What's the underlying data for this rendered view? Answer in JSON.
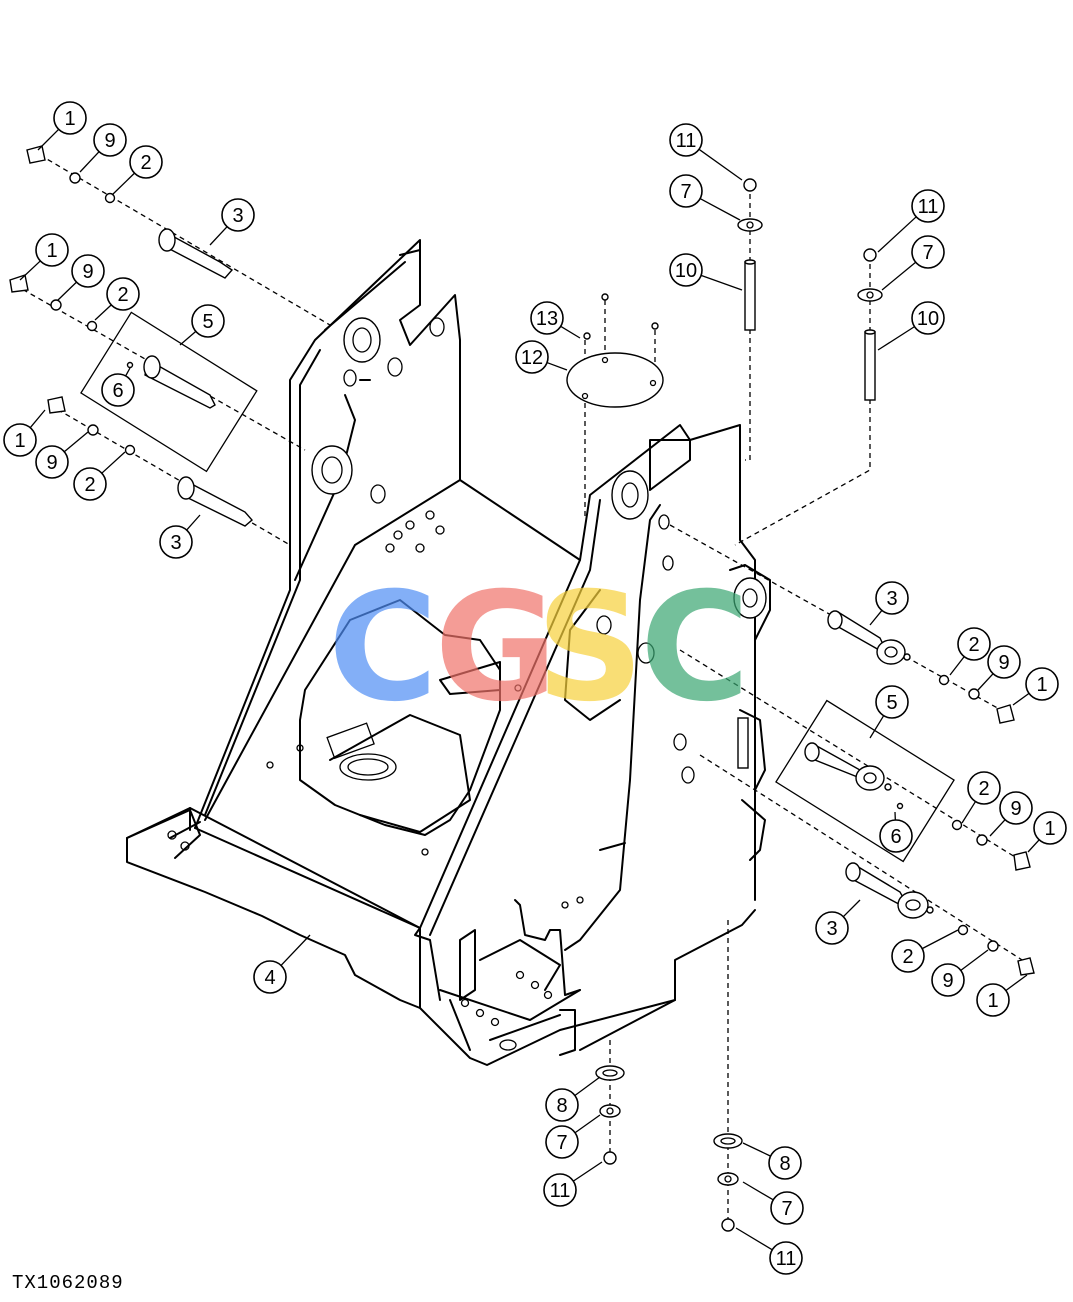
{
  "figure_id": "TX1062089",
  "watermark": {
    "letters": [
      {
        "char": "C",
        "color": "#4f8ef5"
      },
      {
        "char": "G",
        "color": "#f0736a"
      },
      {
        "char": "S",
        "color": "#f7d13c"
      },
      {
        "char": "C",
        "color": "#3aa672"
      }
    ]
  },
  "callouts": [
    {
      "label": "1"
    },
    {
      "label": "9"
    },
    {
      "label": "2"
    },
    {
      "label": "3"
    },
    {
      "label": "1"
    },
    {
      "label": "9"
    },
    {
      "label": "2"
    },
    {
      "label": "5"
    },
    {
      "label": "6"
    },
    {
      "label": "1"
    },
    {
      "label": "9"
    },
    {
      "label": "2"
    },
    {
      "label": "3"
    },
    {
      "label": "4"
    },
    {
      "label": "13"
    },
    {
      "label": "12"
    },
    {
      "label": "11"
    },
    {
      "label": "7"
    },
    {
      "label": "10"
    },
    {
      "label": "11"
    },
    {
      "label": "7"
    },
    {
      "label": "10"
    },
    {
      "label": "3"
    },
    {
      "label": "2"
    },
    {
      "label": "9"
    },
    {
      "label": "1"
    },
    {
      "label": "5"
    },
    {
      "label": "2"
    },
    {
      "label": "9"
    },
    {
      "label": "1"
    },
    {
      "label": "6"
    },
    {
      "label": "3"
    },
    {
      "label": "2"
    },
    {
      "label": "9"
    },
    {
      "label": "1"
    },
    {
      "label": "8"
    },
    {
      "label": "7"
    },
    {
      "label": "11"
    },
    {
      "label": "8"
    },
    {
      "label": "7"
    },
    {
      "label": "11"
    }
  ]
}
